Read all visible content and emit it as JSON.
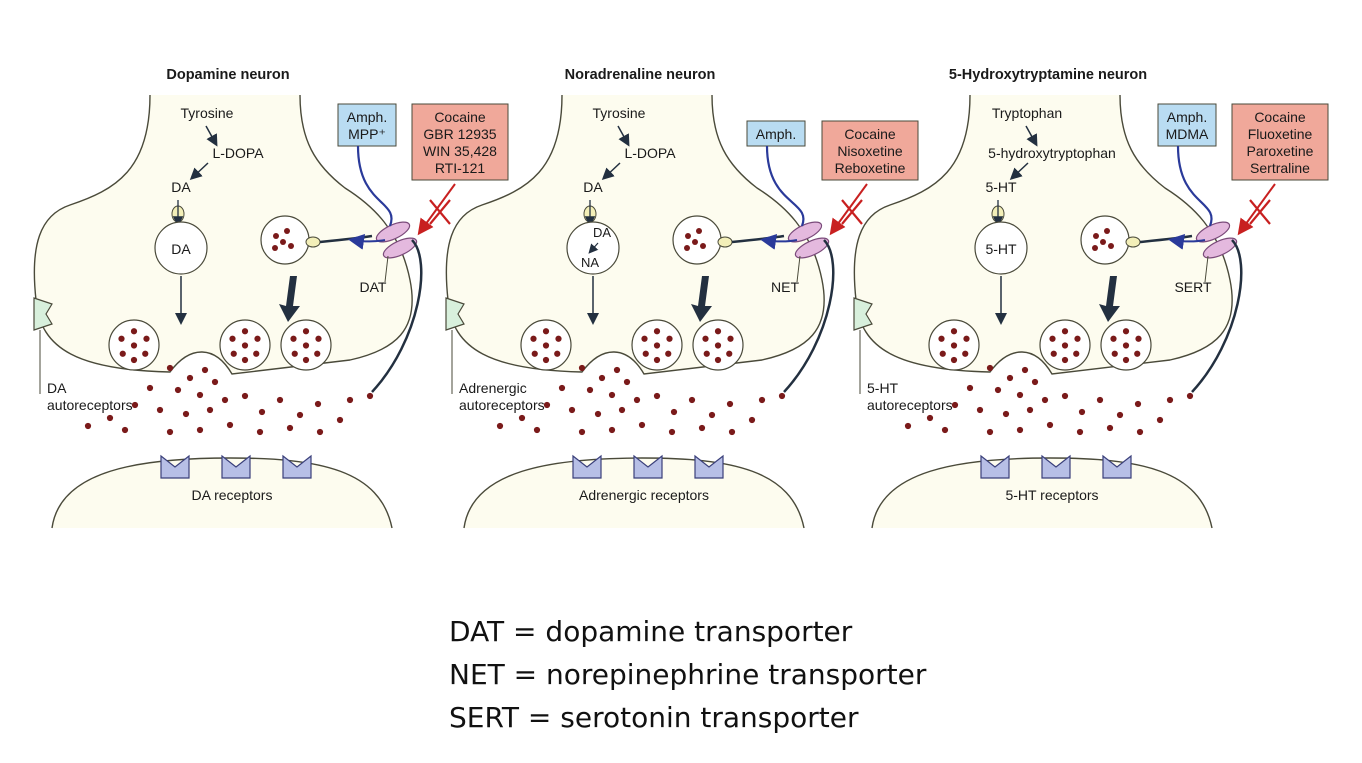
{
  "colors": {
    "outline": "#4a4a3a",
    "cell_fill": "#fdfcef",
    "vesicle_fill": "#ffffff",
    "dot": "#7a1a1a",
    "arrow_blue": "#2a3a9a",
    "arrow_dark": "#233040",
    "transporter": "#e4b9de",
    "transporter_stroke": "#7a4a7a",
    "receptor": "#b7bfe6",
    "receptor_stroke": "#3a3f7a",
    "autoreceptor": "#d8f0dc",
    "amph_box": "#b9dcf2",
    "blocker_box": "#f0a89a",
    "blocker_x": "#c82020",
    "yellow_carrier": "#f3efb8"
  },
  "panels": [
    {
      "title": "Dopamine neuron",
      "precursor": "Tyrosine",
      "intermediate": "L-DOPA",
      "transmitter_top": "DA",
      "vesicle_lines": [
        "DA"
      ],
      "amph_lines": [
        "Amph.",
        "MPP⁺"
      ],
      "blocker_lines": [
        "Cocaine",
        "GBR 12935",
        "WIN 35,428",
        "RTI-121"
      ],
      "transporter": "DAT",
      "autoreceptor_lines": [
        "DA",
        "autoreceptors"
      ],
      "receptors": "DA receptors"
    },
    {
      "title": "Noradrenaline neuron",
      "precursor": "Tyrosine",
      "intermediate": "L-DOPA",
      "transmitter_top": "DA",
      "vesicle_lines": [
        "DA",
        "NA"
      ],
      "amph_lines": [
        "Amph."
      ],
      "blocker_lines": [
        "Cocaine",
        "Nisoxetine",
        "Reboxetine"
      ],
      "transporter": "NET",
      "autoreceptor_lines": [
        "Adrenergic",
        "autoreceptors"
      ],
      "receptors": "Adrenergic receptors"
    },
    {
      "title": "5-Hydroxytryptamine neuron",
      "precursor": "Tryptophan",
      "intermediate": "5-hydroxytryptophan",
      "transmitter_top": "5-HT",
      "vesicle_lines": [
        "5-HT"
      ],
      "amph_lines": [
        "Amph.",
        "MDMA"
      ],
      "blocker_lines": [
        "Cocaine",
        "Fluoxetine",
        "Paroxetine",
        "Sertraline"
      ],
      "transporter": "SERT",
      "autoreceptor_lines": [
        "5-HT",
        "autoreceptors"
      ],
      "receptors": "5-HT receptors"
    }
  ],
  "legend": [
    "DAT = dopamine transporter",
    "NET = norepinephrine transporter",
    "SERT = serotonin transporter"
  ]
}
